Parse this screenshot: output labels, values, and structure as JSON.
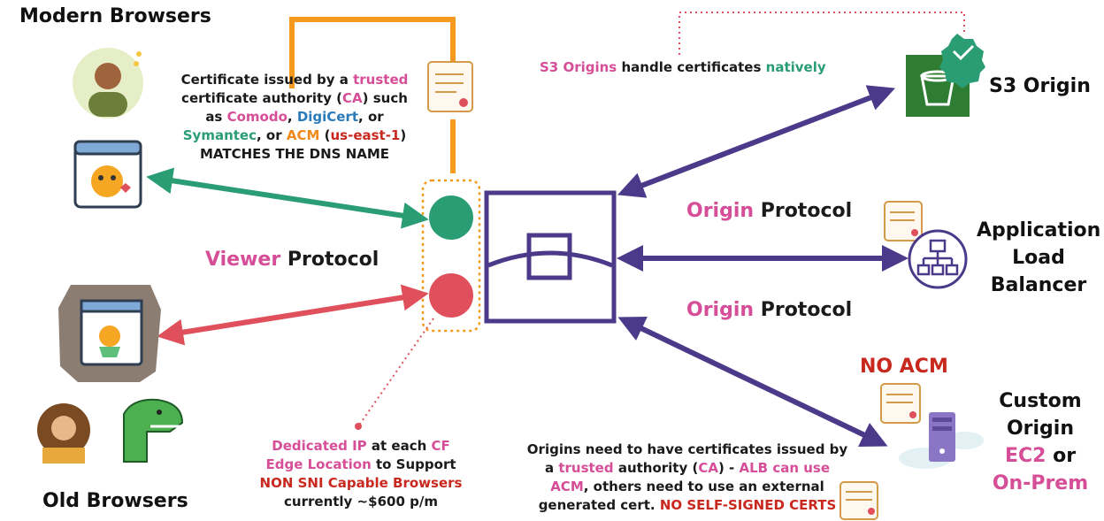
{
  "labels": {
    "modern_browsers": "Modern Browsers",
    "old_browsers": "Old Browsers",
    "s3_origin": "S3 Origin",
    "alb_line1": "Application",
    "alb_line2": "Load",
    "alb_line3": "Balancer",
    "custom_line1": "Custom",
    "custom_line2": "Origin",
    "custom_ec2": "EC2",
    "custom_or": "or",
    "custom_onprem": "On-Prem",
    "no_acm": "NO ACM"
  },
  "viewer_protocol": {
    "accent": "Viewer",
    "rest": "Protocol"
  },
  "origin_protocol_top": {
    "accent": "Origin",
    "rest": "Protocol"
  },
  "origin_protocol_bottom": {
    "accent": "Origin",
    "rest": "Protocol"
  },
  "ca_note": {
    "p1": "Certificate issued by a ",
    "trusted": "trusted",
    "p2": "certificate authority (",
    "ca": "CA",
    "p3": ") such",
    "p4": "as ",
    "comodo": "Comodo",
    "p5": ", ",
    "digicert": "DigiCert",
    "p6": ", or",
    "symantec": "Symantec",
    "p7": ", or ",
    "acm": "ACM",
    "p8": " (",
    "region": "us-east-1",
    "p9": ")",
    "p10": "MATCHES THE DNS NAME"
  },
  "s3_note": {
    "s3origins": "S3 Origins",
    "mid": " handle certificates ",
    "natively": "natively"
  },
  "dedicated_note": {
    "dedicated_ip": "Dedicated IP",
    "p1": " at each ",
    "cf": "CF",
    "edge": "Edge Location",
    "p2": " to Support",
    "non_sni": "NON SNI Capable Browsers",
    "p3": "currently ~$600 p/m"
  },
  "origins_note": {
    "p1": "Origins need to have certificates issued by",
    "p2": "a ",
    "trusted": "trusted",
    "p3": " authority (",
    "ca": "CA",
    "p4": ") - ",
    "alb": "ALB can use",
    "acm": "ACM",
    "p5": ", others need to use an external",
    "p6": "generated cert. ",
    "no_self": "NO SELF-SIGNED CERTS"
  },
  "colors": {
    "green": "#2a9d74",
    "red": "#e0505c",
    "purple": "#4b3a8a",
    "orange": "#f59a1f",
    "pink": "#d64e97",
    "s3_green": "#2e7d32"
  }
}
